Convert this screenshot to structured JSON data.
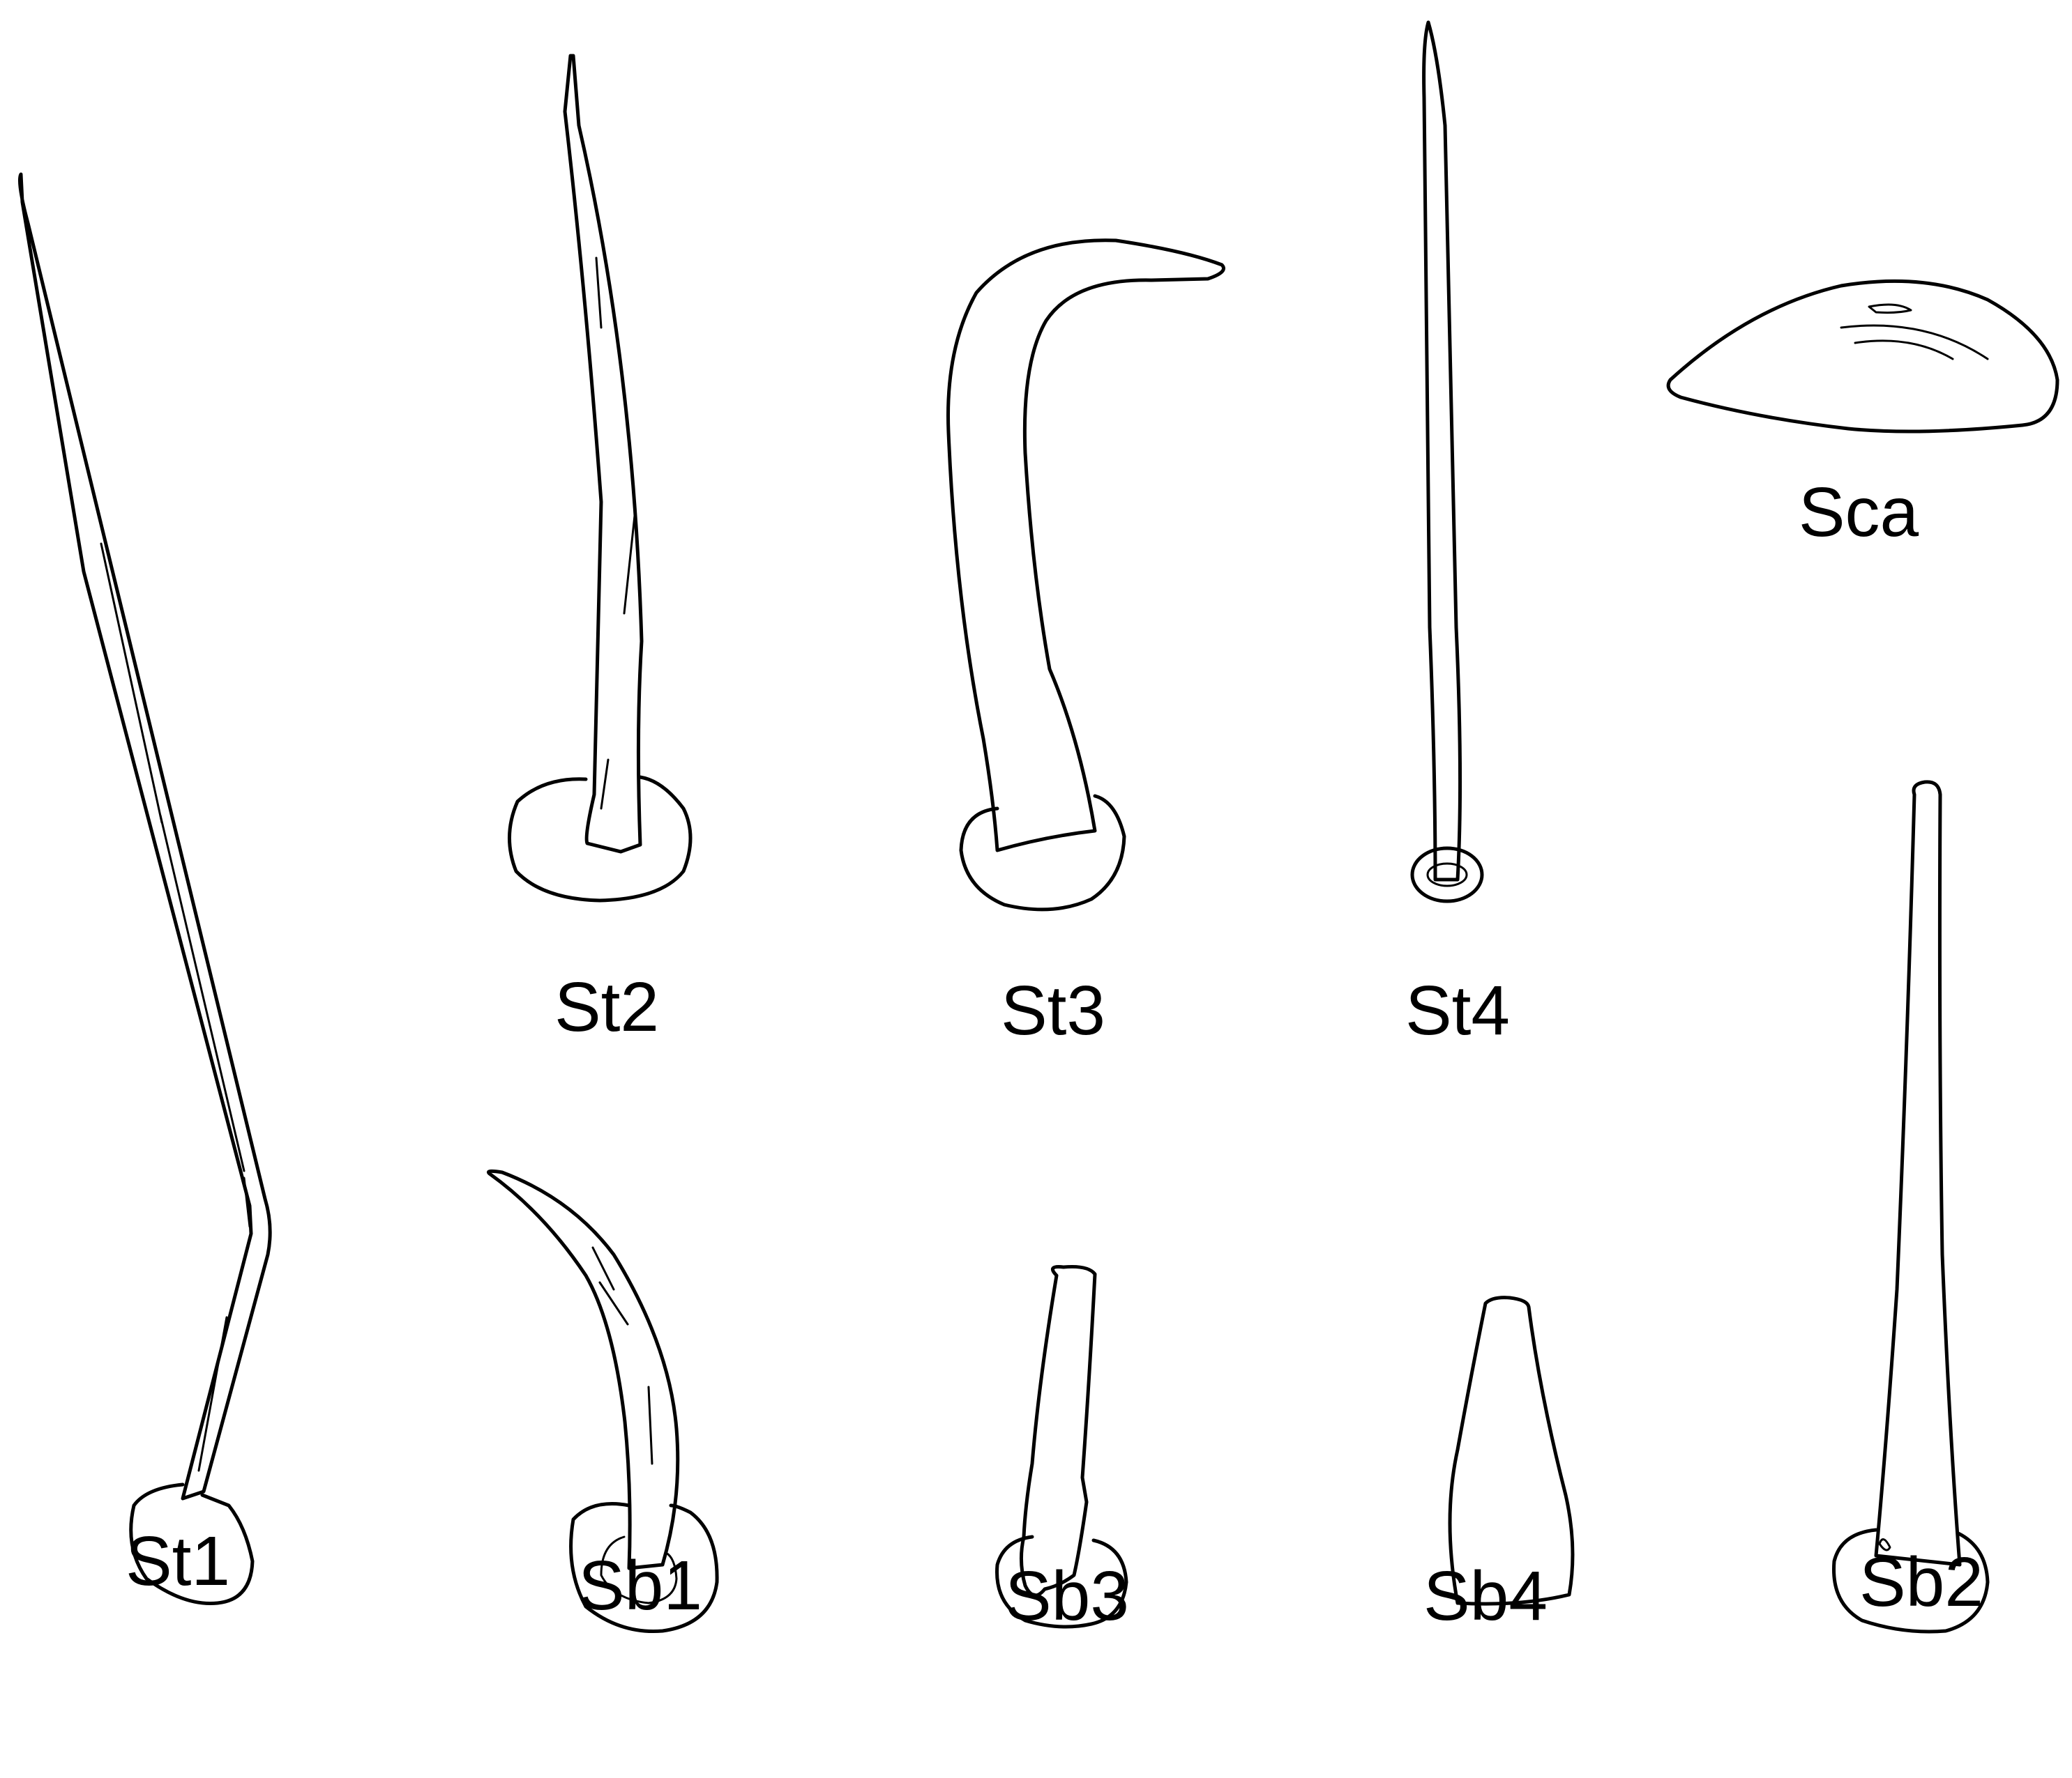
{
  "labels": {
    "st1": "St1",
    "st2": "St2",
    "st3": "St3",
    "st4": "St4",
    "sca": "Sca",
    "sb1": "Sb1",
    "sb2": "Sb2",
    "sb3": "Sb3",
    "sb4": "Sb4"
  },
  "colors": {
    "line": "#000000",
    "background": "#ffffff"
  }
}
